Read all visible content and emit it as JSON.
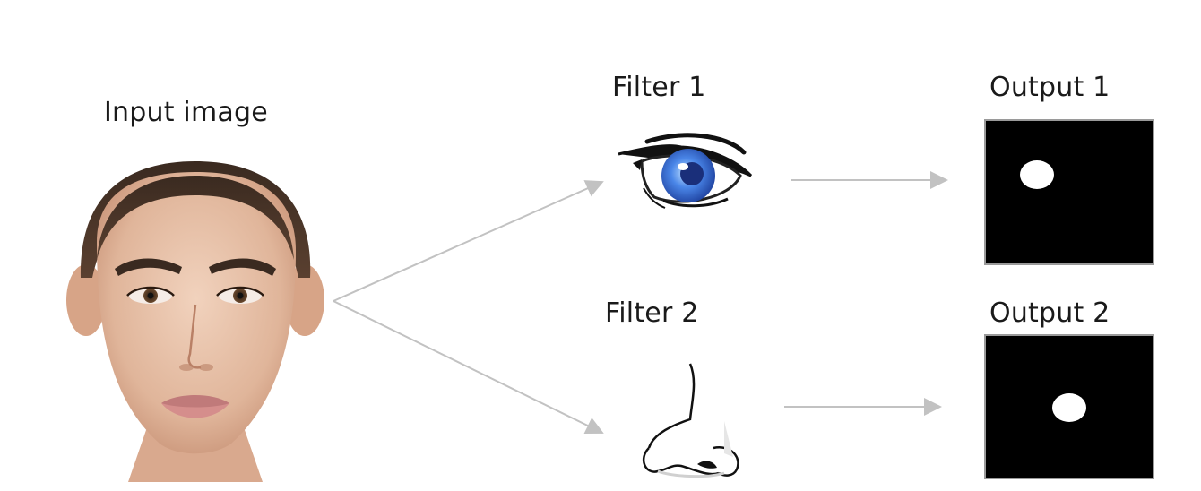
{
  "labels": {
    "input": "Input image",
    "filter1": "Filter 1",
    "filter2": "Filter 2",
    "output1": "Output 1",
    "output2": "Output 2"
  },
  "icons": {
    "input": "face-photo",
    "filter1": "eye-icon",
    "filter2": "nose-icon"
  },
  "colors": {
    "arrow": "#c2c2c2",
    "output_background": "#000000",
    "output_blob": "#ffffff",
    "eye_iris": "#3b6fd6"
  }
}
